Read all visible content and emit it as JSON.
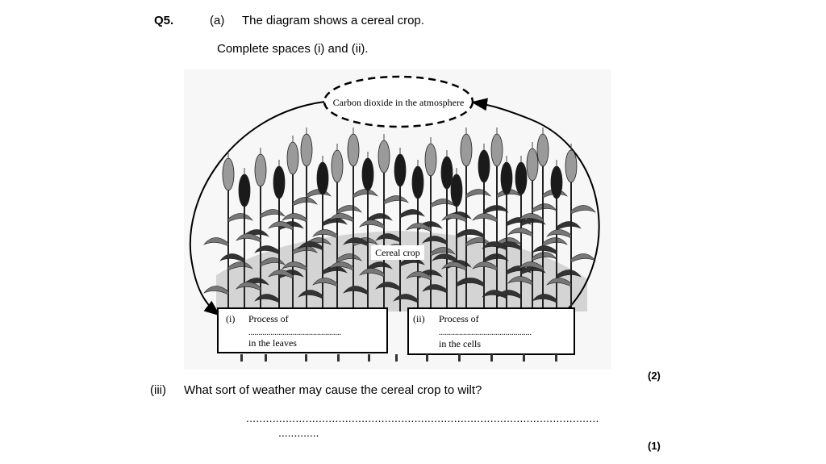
{
  "question": {
    "number": "Q5.",
    "part_a_label": "(a)",
    "part_a_text": "The diagram shows a cereal crop.",
    "instruction": "Complete spaces (i) and (ii).",
    "marks_a": "(2)",
    "part_iii_label": "(iii)",
    "part_iii_text": "What sort of weather may cause the cereal crop to wilt?",
    "answer_line_1": "...........................................................................................................",
    "answer_line_2": ".............",
    "marks_iii": "(1)"
  },
  "diagram": {
    "cloud_label": "Carbon dioxide in the atmosphere",
    "crop_label": "Cereal crop",
    "box_i": {
      "number": "(i)",
      "line1": "Process of",
      "dots": "..............................................",
      "line2": "in the leaves"
    },
    "box_ii": {
      "number": "(ii)",
      "line1": "Process of",
      "dots": "..............................................",
      "line2": "in the cells"
    }
  }
}
